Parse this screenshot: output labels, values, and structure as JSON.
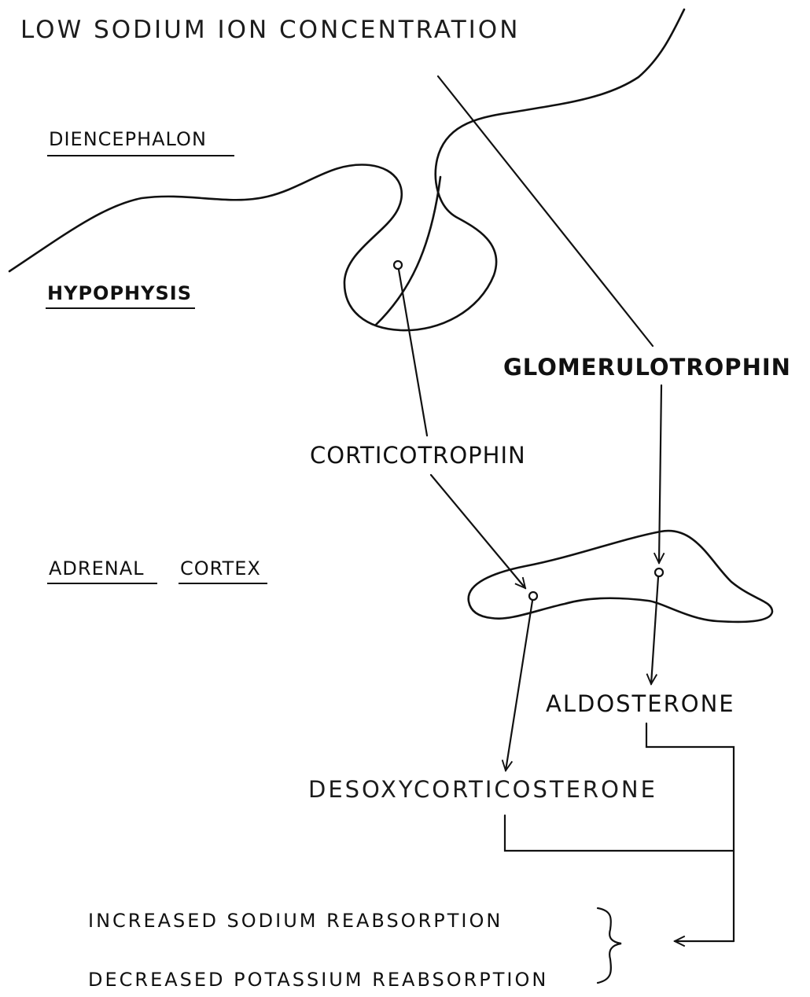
{
  "labels": {
    "top_title": "LOW SODIUM ION CONCENTRATION",
    "diencephalon": "DIENCEPHALON",
    "hypophysis": "HYPOPHYSIS",
    "glomerulotrophin": "GLOMERULOTROPHIN",
    "corticotrophin": "CORTICOTROPHIN",
    "adrenal": "ADRENAL",
    "cortex": "CORTEX",
    "aldosterone": "ALDOSTERONE",
    "desoxycorticosterone": "DESOXYCORTICOSTERONE",
    "increased_sodium": "INCREASED SODIUM REABSORPTION",
    "decreased_potassium": "DECREASED POTASSIUM REABSORPTION"
  },
  "colors": {
    "ink": "#111111",
    "paper": "#ffffff"
  }
}
